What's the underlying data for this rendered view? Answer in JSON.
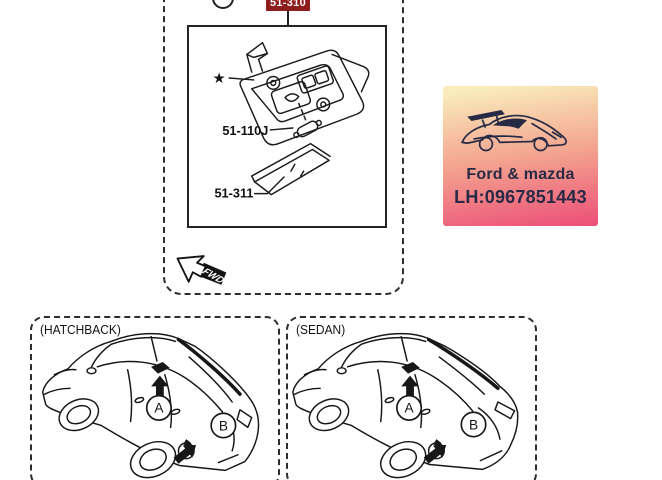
{
  "page": {
    "background": "#ffffff"
  },
  "diagram": {
    "highlight_part": "51-310",
    "highlight_bg": "#8e1e1e",
    "highlight_text_color": "#ffffff",
    "star_marker": "★",
    "bulb_part_number": "51-110J",
    "lens_part_number": "51-311",
    "fwd_label": "FWD"
  },
  "badge": {
    "title": "Ford & mazda",
    "phone": "LH:0967851443",
    "text_color": "#272a45",
    "gradient_top": "#f9edbd",
    "gradient_middle": "#f3a28e",
    "gradient_bottom": "#ec4e78",
    "icon": "sports-car-silhouette"
  },
  "panels": [
    {
      "label": "(HATCHBACK)",
      "callout_a": "A",
      "callout_b": "B"
    },
    {
      "label": "(SEDAN)",
      "callout_a": "A",
      "callout_b": "B"
    }
  ]
}
